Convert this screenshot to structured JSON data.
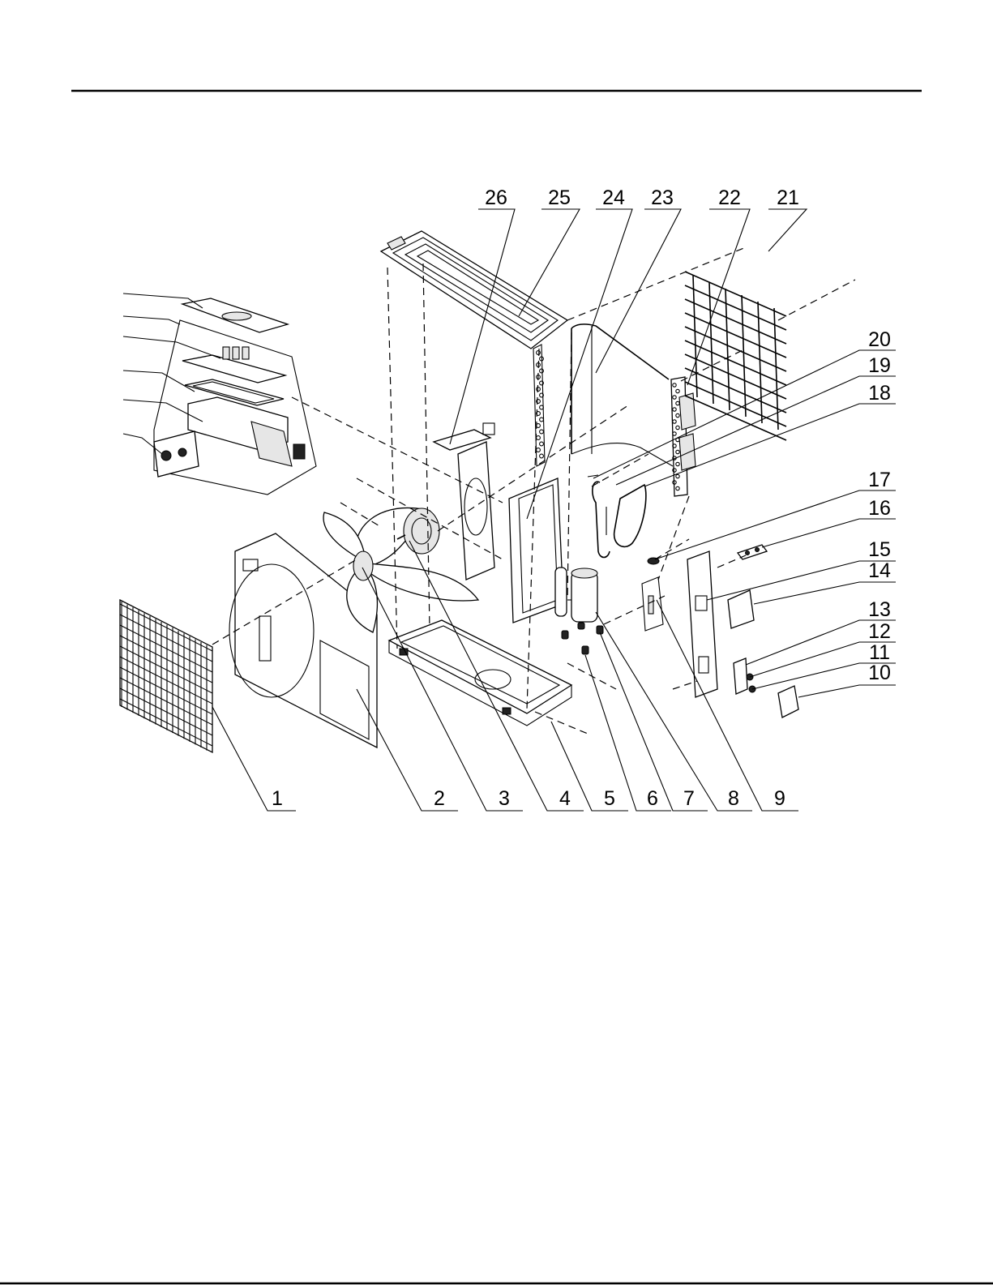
{
  "callouts": [
    {
      "num": "1"
    },
    {
      "num": "2"
    },
    {
      "num": "3"
    },
    {
      "num": "4"
    },
    {
      "num": "5"
    },
    {
      "num": "6"
    },
    {
      "num": "7"
    },
    {
      "num": "8"
    },
    {
      "num": "9"
    },
    {
      "num": "10"
    },
    {
      "num": "11"
    },
    {
      "num": "12"
    },
    {
      "num": "13"
    },
    {
      "num": "14"
    },
    {
      "num": "15"
    },
    {
      "num": "16"
    },
    {
      "num": "17"
    },
    {
      "num": "18"
    },
    {
      "num": "19"
    },
    {
      "num": "20"
    },
    {
      "num": "21"
    },
    {
      "num": "22"
    },
    {
      "num": "23"
    },
    {
      "num": "24"
    },
    {
      "num": "25"
    },
    {
      "num": "26"
    }
  ]
}
